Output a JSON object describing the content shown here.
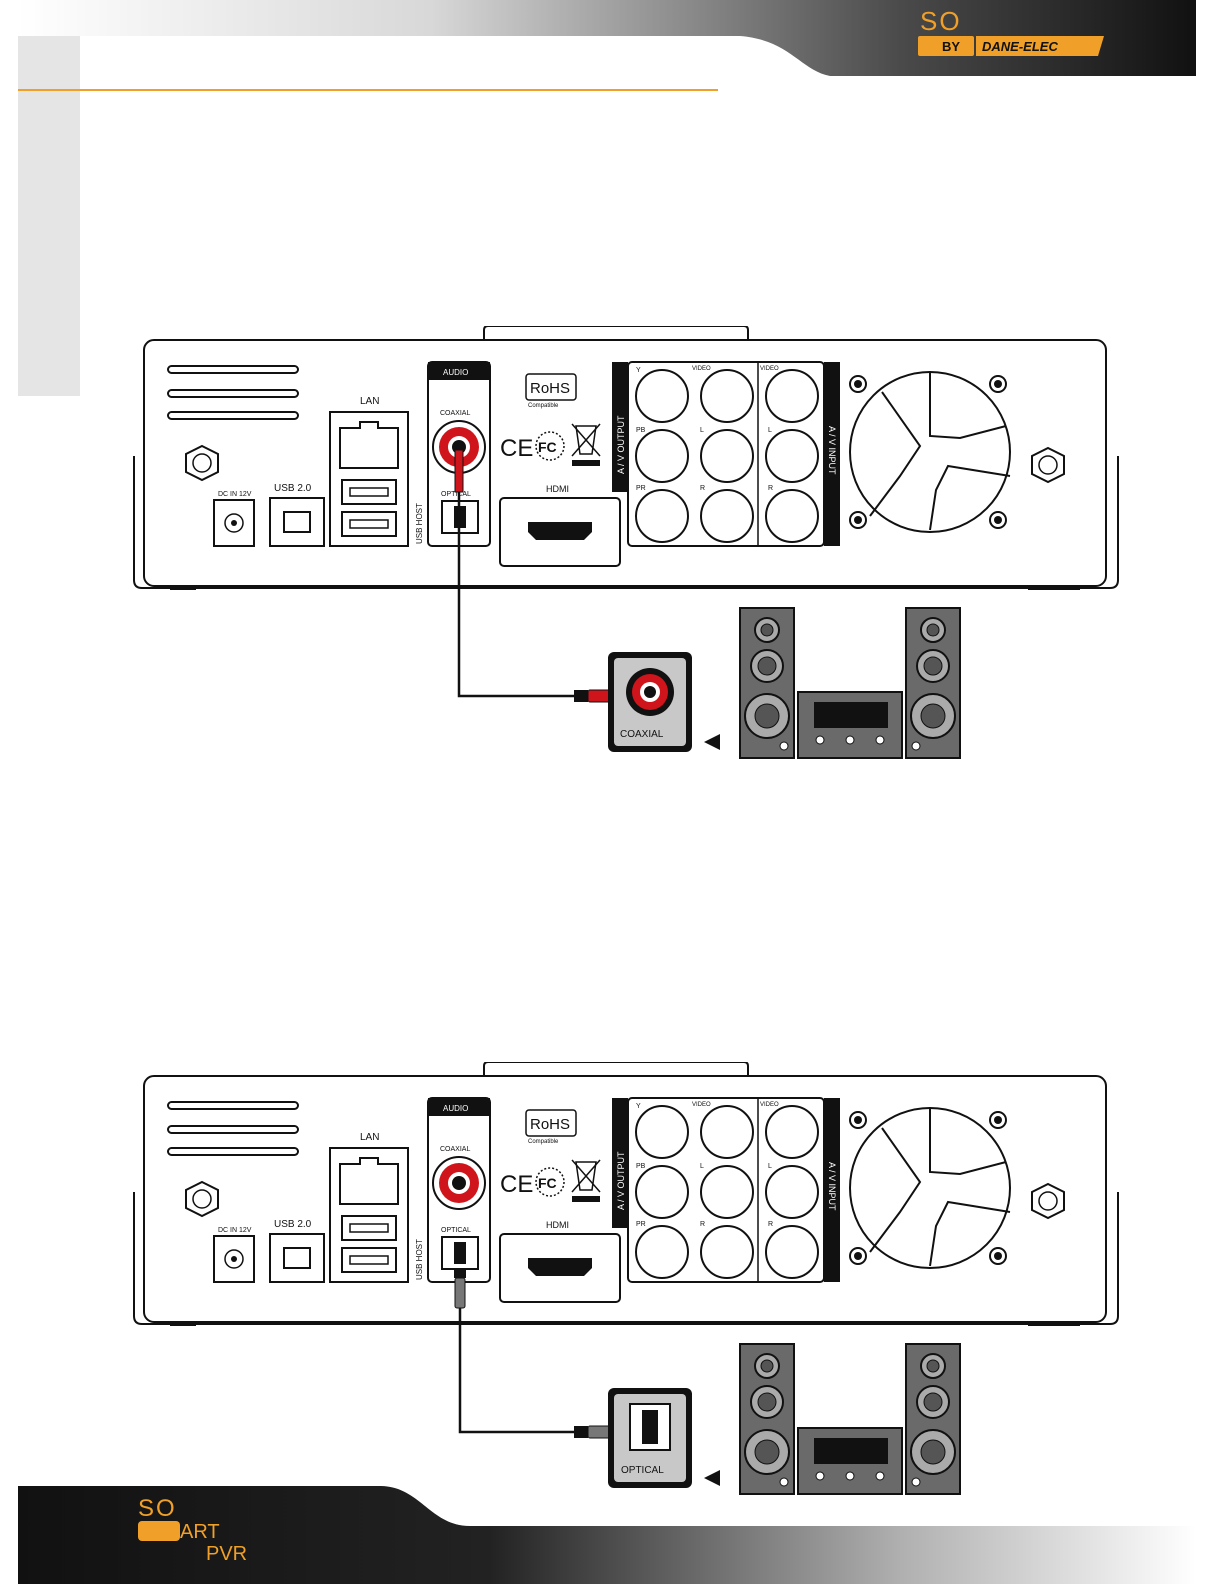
{
  "brand": {
    "so_text": "SO",
    "by_text": "BY",
    "dane_elec_text": "DANE-ELEC"
  },
  "footer_brand": {
    "line1": "SO",
    "line2": "SMART",
    "line3": "PVR"
  },
  "colors": {
    "accent_orange": "#f0a028",
    "coax_red": "#d0141c",
    "dark": "#1a1a1a"
  },
  "device_labels": {
    "audio": "AUDIO",
    "coaxial": "COAXIAL",
    "optical": "OPTICAL",
    "hdmi": "HDMI",
    "lan": "LAN",
    "usb_20": "USB 2.0",
    "usb_host": "USB HOST",
    "dc_in": "DC IN 12V",
    "rohs": "RoHS",
    "rohs_sub": "Compatible",
    "ce": "CE",
    "fc": "FC",
    "av_output": "A / V OUTPUT",
    "av_input": "A / V INPUT",
    "y": "Y",
    "pb": "PB",
    "pr": "PR",
    "video": "VIDEO",
    "l": "L",
    "r": "R"
  },
  "diagrams": [
    {
      "id": "coaxial-connection",
      "receiver_label": "COAXIAL"
    },
    {
      "id": "optical-connection",
      "receiver_label": "OPTICAL"
    }
  ]
}
